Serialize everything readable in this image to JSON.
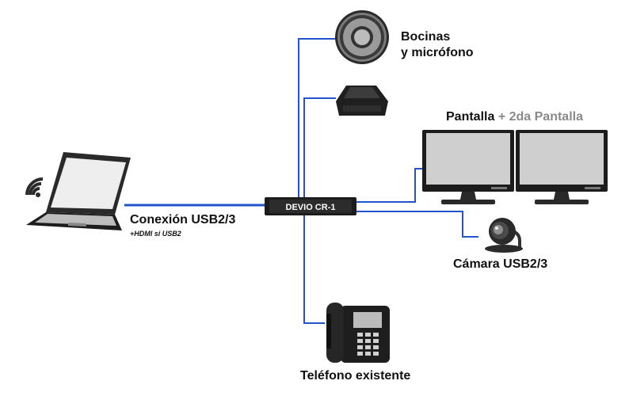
{
  "device": {
    "label": "DEVIO CR-1"
  },
  "speaker": {
    "line1": "Bocinas",
    "line2": "y micrófono"
  },
  "displays": {
    "primary": "Pantalla",
    "plus": "+ 2da Pantalla"
  },
  "connection": {
    "label": "Conexión USB2/3",
    "note": "+HDMI si USB2"
  },
  "camera": {
    "label": "Cámara USB2/3"
  },
  "phone": {
    "label": "Teléfono existente"
  },
  "colors": {
    "link": "#2255cc",
    "device": "#1c1c1c",
    "label": "#111111",
    "muted": "#8a8a8a"
  }
}
